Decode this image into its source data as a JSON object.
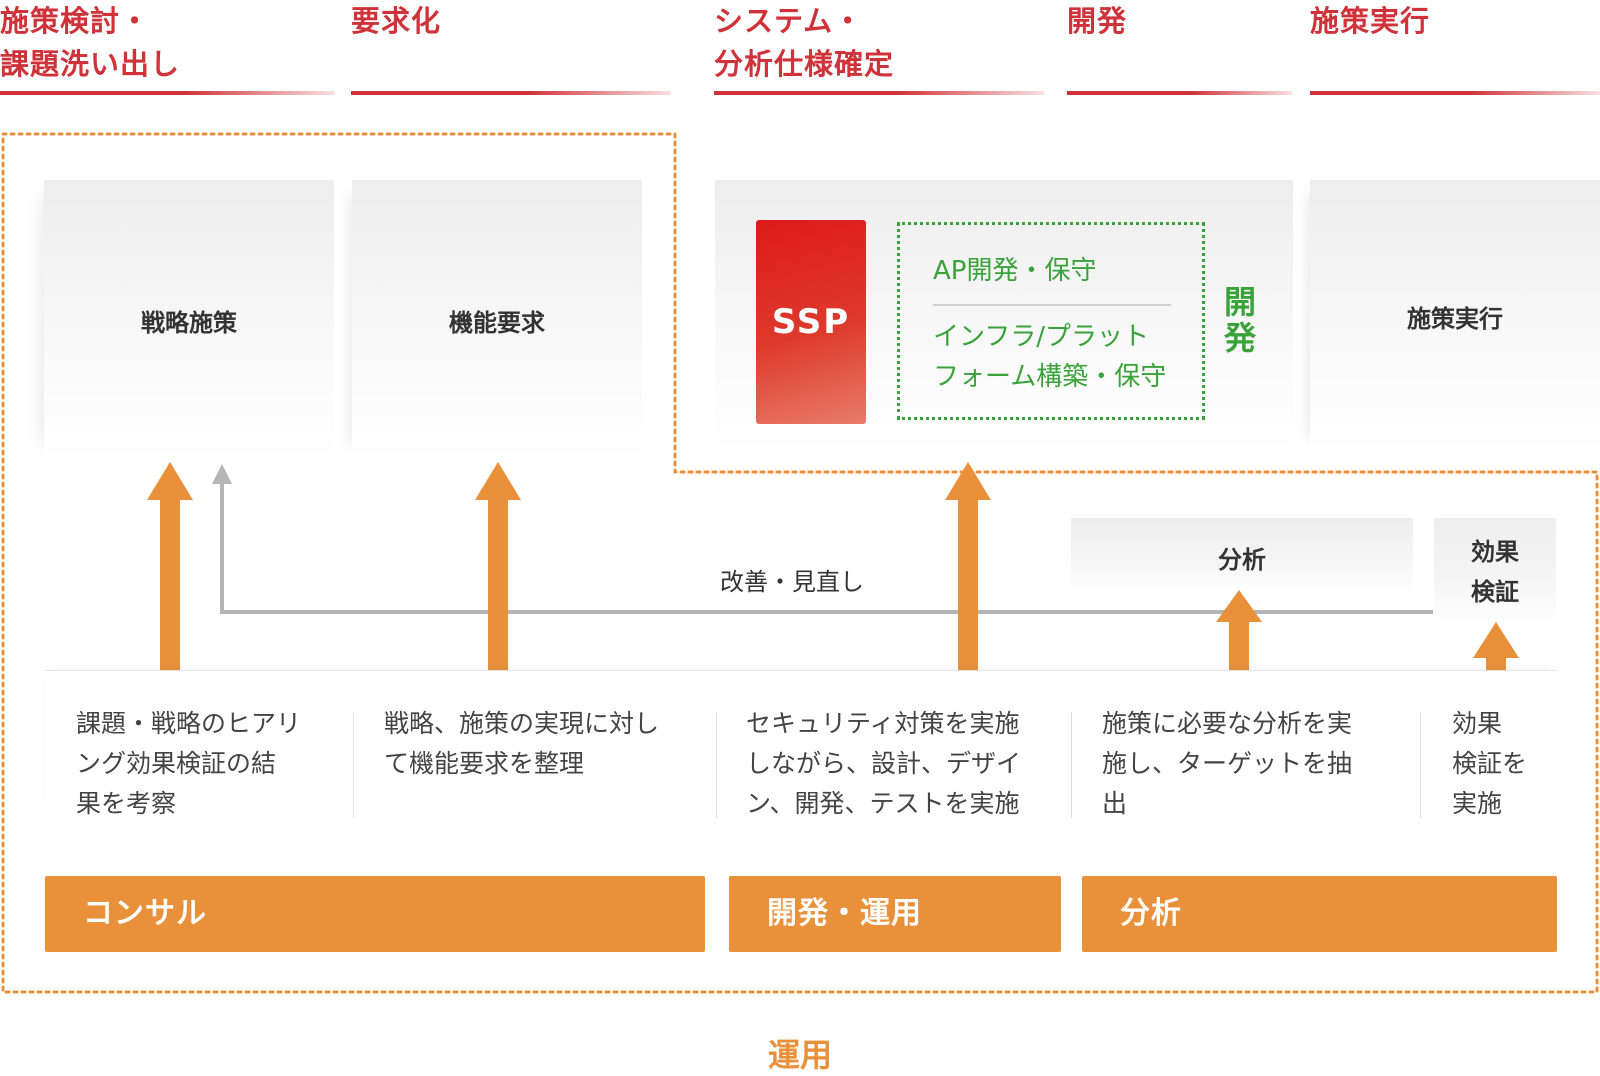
{
  "colors": {
    "accent_red": "#d0323a",
    "orange": "#e8903a",
    "green": "#3aa23a",
    "ssp_red": "#dd1a1a",
    "feedback_gray": "#b5b5b5"
  },
  "phases": [
    {
      "title": "施策検討・\n課題洗い出し"
    },
    {
      "title": "要求化"
    },
    {
      "title": "システム・\n分析仕様確定"
    },
    {
      "title": "開発"
    },
    {
      "title": "施策実行"
    }
  ],
  "boxes": {
    "strategy": "戦略施策",
    "requirements": "機能要求",
    "ssp": "SSP",
    "execution": "施策実行",
    "analysis": "分析",
    "verification": "効果\n検証"
  },
  "dev_box": {
    "item1": "AP開発・保守",
    "item2": "インフラ/プラット\nフォーム構築・保守",
    "side_label": "開\n発"
  },
  "feedback_label": "改善・見直し",
  "descriptions": [
    "課題・戦略のヒアリ\nング効果検証の結\n果を考察",
    "戦略、施策の実現に対し\nて機能要求を整理",
    "セキュリティ対策を実施\nしながら、設計、デザイ\nン、開発、テストを実施",
    "施策に必要な分析を実\n施し、ターゲットを抽\n出",
    "効果\n検証を\n実施"
  ],
  "bars": {
    "consulting": "コンサル",
    "dev_ops": "開発・運用",
    "analysis": "分析"
  },
  "operations_label": "運用"
}
